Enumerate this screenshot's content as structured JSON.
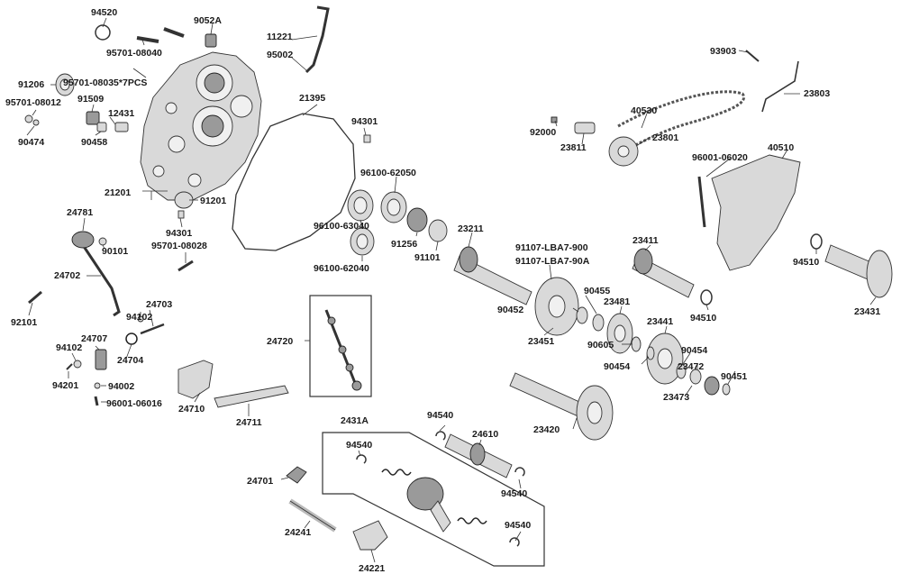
{
  "parts": [
    {
      "id": "p94520",
      "label": "94520"
    },
    {
      "id": "p9052A",
      "label": "9052A"
    },
    {
      "id": "p11221",
      "label": "11221"
    },
    {
      "id": "p95002",
      "label": "95002"
    },
    {
      "id": "p95701_08040",
      "label": "95701-08040"
    },
    {
      "id": "p91206",
      "label": "91206"
    },
    {
      "id": "p95701_08035",
      "label": "95701-08035*7PCS"
    },
    {
      "id": "p95701_08012",
      "label": "95701-08012"
    },
    {
      "id": "p91509",
      "label": "91509"
    },
    {
      "id": "p12431",
      "label": "12431"
    },
    {
      "id": "p90474",
      "label": "90474"
    },
    {
      "id": "p90458",
      "label": "90458"
    },
    {
      "id": "p21395",
      "label": "21395"
    },
    {
      "id": "p94301a",
      "label": "94301"
    },
    {
      "id": "p96100_62050",
      "label": "96100-62050"
    },
    {
      "id": "p21201",
      "label": "21201"
    },
    {
      "id": "p91201",
      "label": "91201"
    },
    {
      "id": "p94301b",
      "label": "94301"
    },
    {
      "id": "p95701_08028",
      "label": "95701-08028"
    },
    {
      "id": "p96100_63040",
      "label": "96100-63040"
    },
    {
      "id": "p91256",
      "label": "91256"
    },
    {
      "id": "p91101",
      "label": "91101"
    },
    {
      "id": "p96100_62040",
      "label": "96100-62040"
    },
    {
      "id": "p24781",
      "label": "24781"
    },
    {
      "id": "p90101",
      "label": "90101"
    },
    {
      "id": "p24702",
      "label": "24702"
    },
    {
      "id": "p92101",
      "label": "92101"
    },
    {
      "id": "p24703",
      "label": "24703"
    },
    {
      "id": "p94102a",
      "label": "94102"
    },
    {
      "id": "p24707",
      "label": "24707"
    },
    {
      "id": "p94102b",
      "label": "94102"
    },
    {
      "id": "p24704",
      "label": "24704"
    },
    {
      "id": "p94201",
      "label": "94201"
    },
    {
      "id": "p94002",
      "label": "94002"
    },
    {
      "id": "p96001_06016",
      "label": "96001-06016"
    },
    {
      "id": "p24720",
      "label": "24720"
    },
    {
      "id": "p24710",
      "label": "24710"
    },
    {
      "id": "p24711",
      "label": "24711"
    },
    {
      "id": "p93903",
      "label": "93903"
    },
    {
      "id": "p23803",
      "label": "23803"
    },
    {
      "id": "p40530",
      "label": "40530"
    },
    {
      "id": "p92000",
      "label": "92000"
    },
    {
      "id": "p23801",
      "label": "23801"
    },
    {
      "id": "p23811",
      "label": "23811"
    },
    {
      "id": "p40510",
      "label": "40510"
    },
    {
      "id": "p96001_06020",
      "label": "96001-06020"
    },
    {
      "id": "p23211",
      "label": "23211"
    },
    {
      "id": "p91107_900",
      "label": "91107-LBA7-900"
    },
    {
      "id": "p91107_90A",
      "label": "91107-LBA7-90A"
    },
    {
      "id": "p23411",
      "label": "23411"
    },
    {
      "id": "p94510a",
      "label": "94510"
    },
    {
      "id": "p94510b",
      "label": "94510"
    },
    {
      "id": "p23431",
      "label": "23431"
    },
    {
      "id": "p90455",
      "label": "90455"
    },
    {
      "id": "p90452",
      "label": "90452"
    },
    {
      "id": "p23481",
      "label": "23481"
    },
    {
      "id": "p23451",
      "label": "23451"
    },
    {
      "id": "p23441",
      "label": "23441"
    },
    {
      "id": "p90605",
      "label": "90605"
    },
    {
      "id": "p90454a",
      "label": "90454"
    },
    {
      "id": "p90454b",
      "label": "90454"
    },
    {
      "id": "p23472",
      "label": "23472"
    },
    {
      "id": "p90451",
      "label": "90451"
    },
    {
      "id": "p23473",
      "label": "23473"
    },
    {
      "id": "p23420",
      "label": "23420"
    },
    {
      "id": "p2431A",
      "label": "2431A"
    },
    {
      "id": "p94540a",
      "label": "94540"
    },
    {
      "id": "p94540b",
      "label": "94540"
    },
    {
      "id": "p24610",
      "label": "24610"
    },
    {
      "id": "p94540c",
      "label": "94540"
    },
    {
      "id": "p94540d",
      "label": "94540"
    },
    {
      "id": "p24701",
      "label": "24701"
    },
    {
      "id": "p24241",
      "label": "24241"
    },
    {
      "id": "p24221",
      "label": "24221"
    }
  ]
}
